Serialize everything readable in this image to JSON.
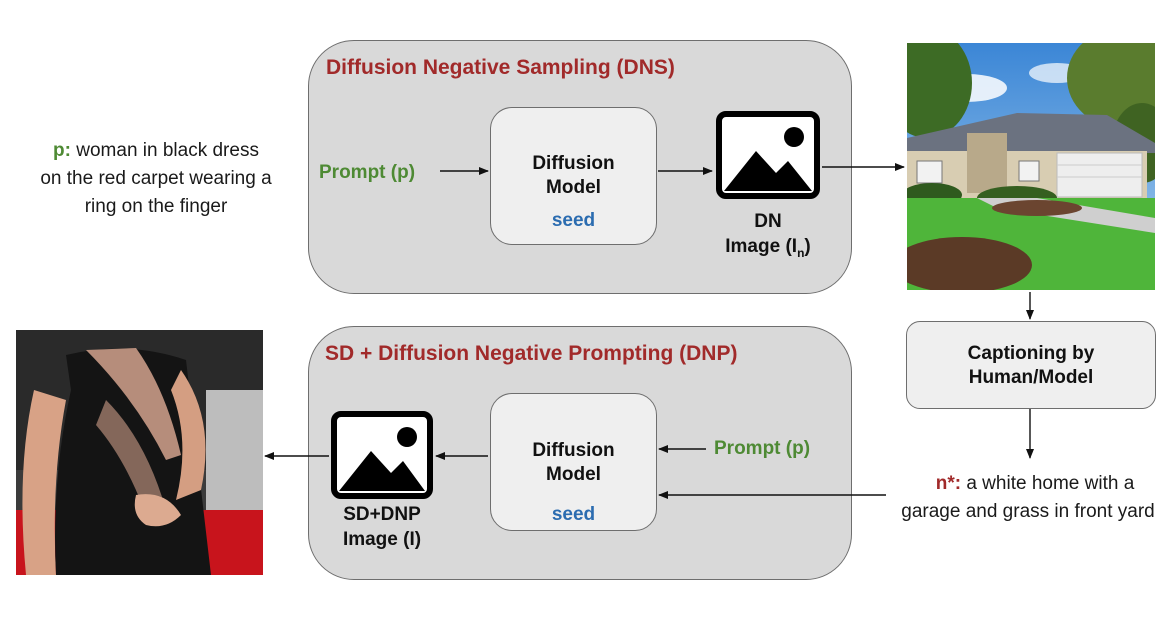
{
  "dns": {
    "title": "Diffusion Negative Sampling (DNS)",
    "prompt_label": "Prompt (p)",
    "model_line1": "Diffusion",
    "model_line2": "Model",
    "seed": "seed",
    "image_label_line1": "DN",
    "image_label_main": "Image (I",
    "image_label_sub": "n",
    "image_label_close": ")"
  },
  "dnp": {
    "title": "SD + Diffusion Negative Prompting (DNP)",
    "prompt_label": "Prompt (p)",
    "model_line1": "Diffusion",
    "model_line2": "Model",
    "seed": "seed",
    "image_label_line1": "SD+DNP",
    "image_label_line2": "Image (I)"
  },
  "prompt_text": {
    "prefix": "p:",
    "line1": " woman in black dress",
    "line2": "on the red carpet wearing a",
    "line3": "ring on the finger"
  },
  "captioning": {
    "line1": "Captioning by",
    "line2": "Human/Model"
  },
  "negative_prompt": {
    "prefix": "n*:",
    "line1": " a white home with a",
    "line2": "garage and grass in front yard"
  },
  "icons": {
    "image_placeholder": "image-icon",
    "house_photo": "house-photo",
    "woman_photo": "woman-photo"
  },
  "colors": {
    "title_red": "#a12a2a",
    "prompt_green": "#4e8a34",
    "seed_blue": "#2b6cb0",
    "panel_gray": "#d9d9d9"
  }
}
